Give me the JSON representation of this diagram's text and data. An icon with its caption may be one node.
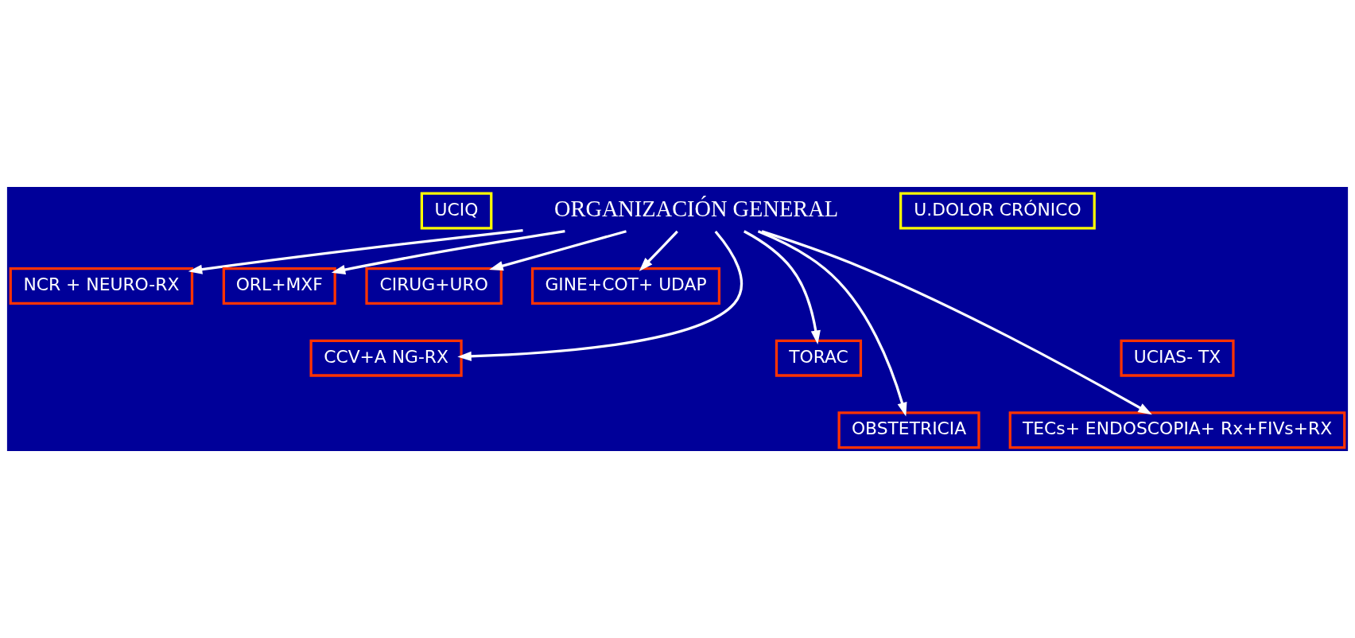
{
  "diagram": {
    "nodes": [
      {
        "text": [
          "ORGANIZACIÓN GENERAL"
        ]
      },
      {
        "text": [
          "UCIQ"
        ]
      },
      {
        "text": [
          "U.DOLOR CRÓNICO"
        ]
      },
      {
        "text": [
          "NCR + NEURO-RX"
        ]
      },
      {
        "text": [
          "ORL+MXF"
        ]
      },
      {
        "text": [
          "CIRUG+URO"
        ]
      },
      {
        "text": [
          "GINE+COT+ UDAP"
        ]
      },
      {
        "text": [
          "CCV+A NG-RX"
        ]
      },
      {
        "text": [
          "TORAC"
        ]
      },
      {
        "text": [
          "UCIAS- TX"
        ]
      },
      {
        "text": [
          "OBSTETRICIA"
        ]
      },
      {
        "text": [
          "TECs+ ENDOSCOPIA+ Rx+FIVs+RX"
        ]
      }
    ],
    "edges": [
      {
        "from": 0,
        "to": 3,
        "arrow": "to"
      },
      {
        "from": 0,
        "to": 10,
        "arrow": "to"
      },
      {
        "from": 0,
        "to": 7,
        "arrow": "to"
      },
      {
        "from": 0,
        "to": 8,
        "arrow": "to"
      },
      {
        "from": 0,
        "to": 4,
        "arrow": "to"
      },
      {
        "from": 0,
        "to": 11,
        "arrow": "to"
      },
      {
        "from": 0,
        "to": 5,
        "arrow": "to"
      },
      {
        "from": 0,
        "to": 6,
        "arrow": "to"
      }
    ]
  }
}
